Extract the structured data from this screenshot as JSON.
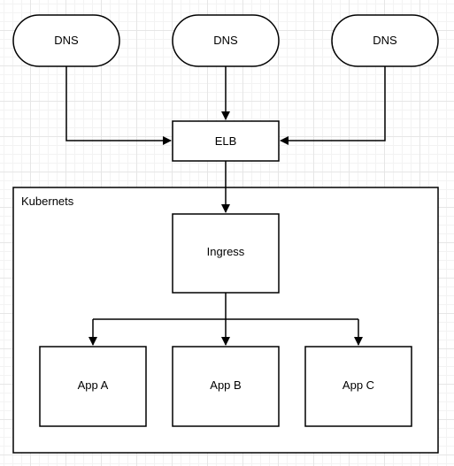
{
  "diagram": {
    "dns_nodes": [
      "DNS",
      "DNS",
      "DNS"
    ],
    "elb": "ELB",
    "cluster_label": "Kubernets",
    "ingress": "Ingress",
    "apps": [
      "App A",
      "App B",
      "App C"
    ]
  },
  "colors": {
    "stroke": "#000000",
    "fill": "#ffffff",
    "text": "#000000"
  }
}
